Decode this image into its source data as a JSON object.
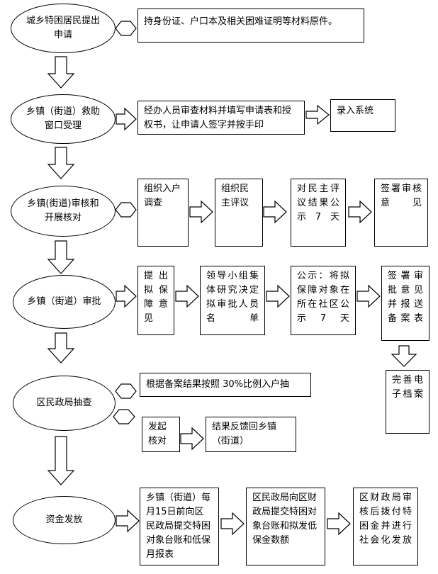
{
  "ovals": {
    "step1": "城乡特困居民提出申请",
    "step2": "乡镇（街道）救助窗口受理",
    "step3": "乡镇(街道)审核和开展核对",
    "step4": "乡镇（街道）审批",
    "step5": "区民政局抽查",
    "step6": "资金发放"
  },
  "boxes": {
    "materials": "持身份证、户口本及相关困难证明等材料原件。",
    "review_sign": "经办人员审查材料并填写申请表和授权书，让申请人签字并按手印",
    "enter_system": "录入系统",
    "home_survey": "组织入户调查",
    "democratic_review": "组织民主评议",
    "public_notice_7": "对民主评议结果公示7天",
    "sign_opinion": "签署审核意见",
    "propose_opinion": "提出拟保障意见",
    "group_study": "领导小组集体研究决定拟审批人员名单",
    "community_notice": "公示：将拟保障对象在所在社区公示7天",
    "sign_approval": "签署审批意见并报送备案表",
    "complete_archive": "完善电子档案",
    "random_check": "根据备案结果按照 30%比例入户抽",
    "initiate_verify": "发起核对",
    "feedback": "结果反馈回乡镇（街道）",
    "monthly_report": "乡镇（街道）每月15日前向区民政局提交特困对象台账和低保月报表",
    "submit_finance": "区民政局向区财政局提交特困对象台账和拟发低保金数额",
    "finance_payout": "区财政局审核后拨付特困金并进行社会化发放"
  }
}
